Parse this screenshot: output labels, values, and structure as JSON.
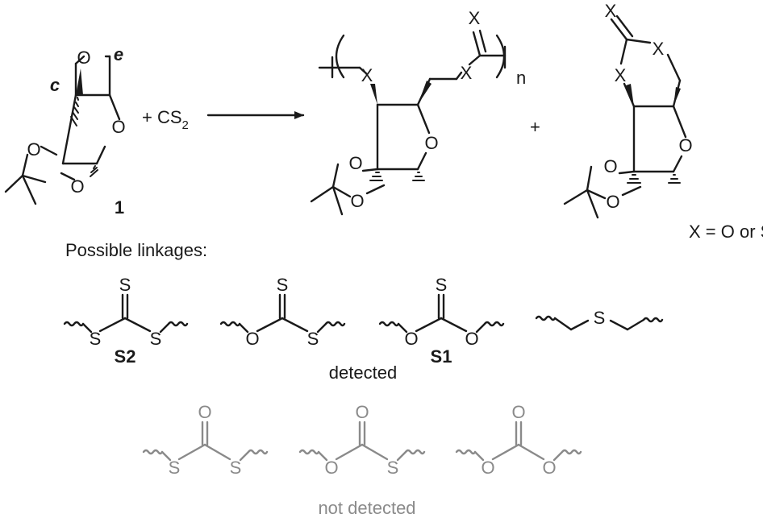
{
  "reactant": {
    "atoms": {
      "o_oxetane": "O",
      "o_ring": "O",
      "o_acetal_1": "O",
      "o_acetal_2": "O"
    },
    "label_c": "c",
    "label_e": "e",
    "compound_number": "1"
  },
  "reagent": {
    "prefix": "+ CS",
    "subscript": "2"
  },
  "polymer": {
    "atoms": {
      "x_side": "X",
      "x_chain": "X",
      "x_carbonyl": "X",
      "o_ring": "O",
      "o_acetal_1": "O",
      "o_acetal_2": "O"
    },
    "repeat_subscript": "n"
  },
  "plus_sign": "+",
  "cyclic": {
    "atoms": {
      "x_carbonyl": "X",
      "x_right": "X",
      "x_left": "X",
      "o_ring": "O",
      "o_acetal_1": "O",
      "o_acetal_2": "O"
    }
  },
  "x_definition": "X = O or S",
  "linkages_heading": "Possible linkages:",
  "detected": {
    "caption": "detected",
    "items": [
      {
        "top": "S",
        "left": "S",
        "right": "S",
        "label": "S2"
      },
      {
        "top": "S",
        "left": "O",
        "right": "S",
        "label": ""
      },
      {
        "top": "S",
        "left": "O",
        "right": "O",
        "label": "S1"
      },
      {
        "center": "S",
        "label": ""
      }
    ]
  },
  "not_detected": {
    "caption": "not detected",
    "items": [
      {
        "top": "O",
        "left": "S",
        "right": "S"
      },
      {
        "top": "O",
        "left": "O",
        "right": "S"
      },
      {
        "top": "O",
        "left": "O",
        "right": "O"
      }
    ]
  },
  "colors": {
    "ink": "#1a1a1a",
    "not_detected": "#8a8a8a"
  }
}
